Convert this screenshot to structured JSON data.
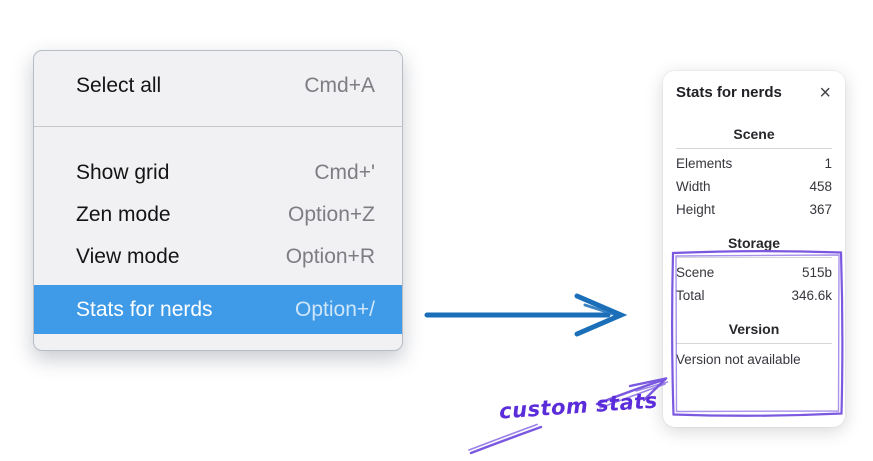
{
  "menu": {
    "items": [
      {
        "label": "Select all",
        "shortcut": "Cmd+A",
        "highlighted": false
      },
      {
        "label": "Show grid",
        "shortcut": "Cmd+'",
        "highlighted": false
      },
      {
        "label": "Zen mode",
        "shortcut": "Option+Z",
        "highlighted": false
      },
      {
        "label": "View mode",
        "shortcut": "Option+R",
        "highlighted": false
      },
      {
        "label": "Stats for nerds",
        "shortcut": "Option+/",
        "highlighted": true
      }
    ]
  },
  "panel": {
    "title": "Stats for nerds",
    "close_icon": "×",
    "sections": {
      "scene": {
        "header": "Scene",
        "rows": [
          {
            "label": "Elements",
            "value": "1"
          },
          {
            "label": "Width",
            "value": "458"
          },
          {
            "label": "Height",
            "value": "367"
          }
        ]
      },
      "storage": {
        "header": "Storage",
        "rows": [
          {
            "label": "Scene",
            "value": "515b"
          },
          {
            "label": "Total",
            "value": "346.6k"
          }
        ]
      },
      "version": {
        "header": "Version",
        "note": "Version not available"
      }
    }
  },
  "annotation": {
    "label": "custom stats"
  },
  "colors": {
    "menu_highlight": "#3f9be8",
    "arrow_blue": "#1b6eb8",
    "sketch_purple": "#7a58e0",
    "annotation_purple": "#5b2cd9"
  }
}
